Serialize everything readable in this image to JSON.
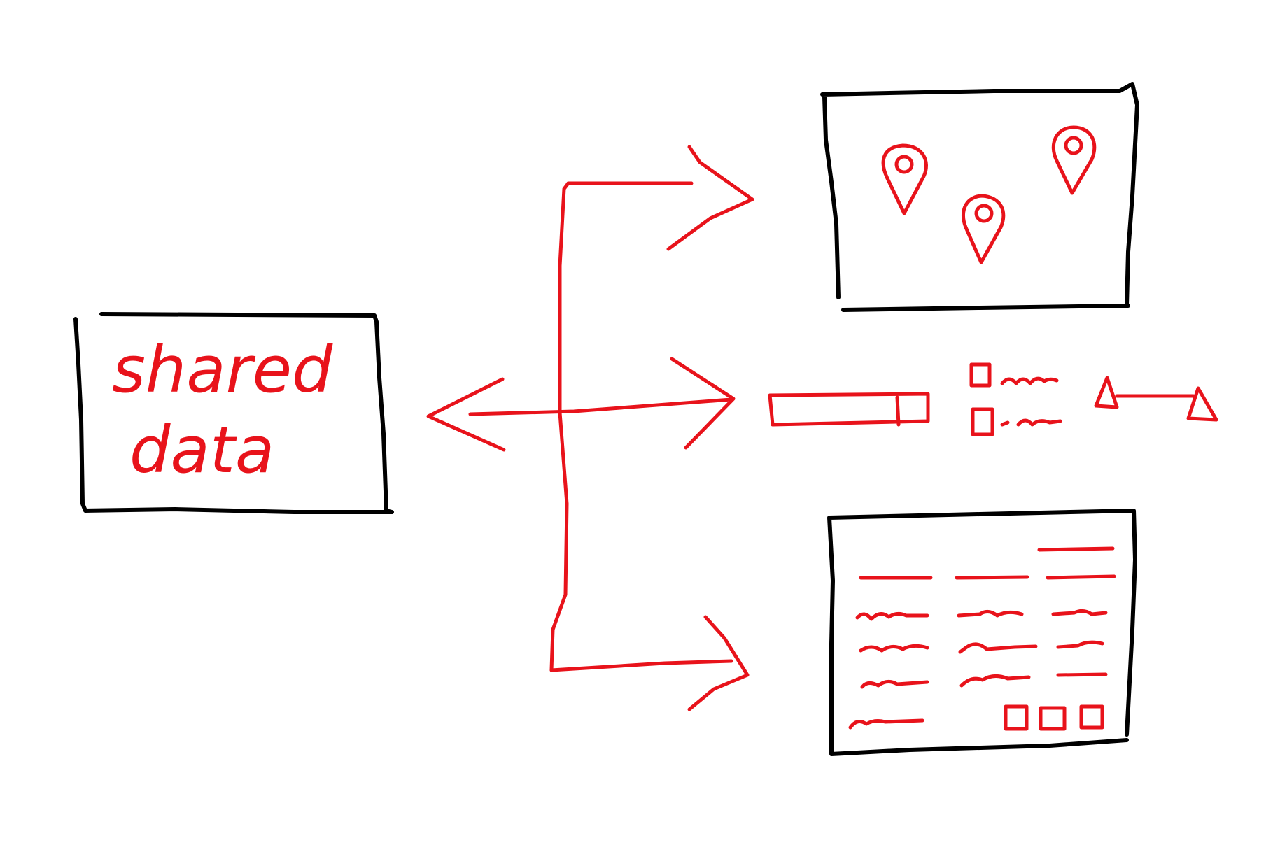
{
  "diagram": {
    "source_box": {
      "line1": "shared",
      "line2": "data"
    },
    "views": [
      "map",
      "filter-controls",
      "table"
    ],
    "colors": {
      "ink": "#e8131b",
      "frame": "#000000",
      "background": "#ffffff"
    }
  }
}
